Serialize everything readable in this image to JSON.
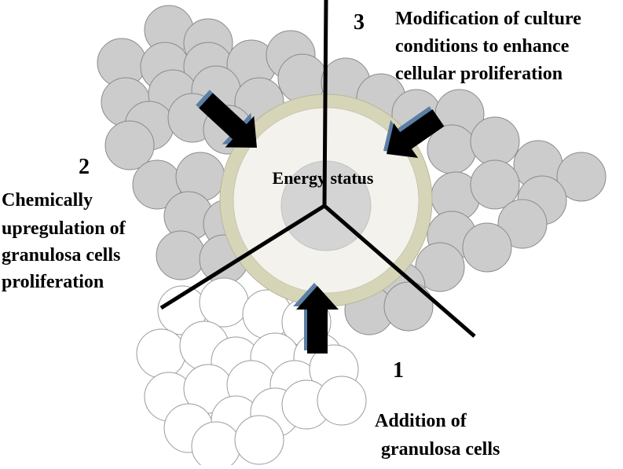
{
  "diagram": {
    "center_label": "Energy status",
    "sections": [
      {
        "number": "1",
        "lines": [
          "Addition of",
          "granulosa cells"
        ]
      },
      {
        "number": "2",
        "lines": [
          "Chemically",
          "upregulation of",
          "granulosa cells",
          "proliferation"
        ]
      },
      {
        "number": "3",
        "lines": [
          "Modification of culture",
          "conditions to enhance",
          "cellular proliferation"
        ]
      }
    ]
  },
  "colors": {
    "gray_cell_fill": "#cccccc",
    "gray_cell_stroke": "#8a8a8a",
    "white_cell_fill": "#ffffff",
    "white_cell_stroke": "#9a9a9a",
    "zona_ring": "#d7d5b8",
    "oocyte_fill": "#f3f2ec",
    "nucleus_fill": "#d4d4d4",
    "arrow_fill": "#000000",
    "arrow_outline": "#5b7fa6",
    "divider_line": "#000000"
  }
}
